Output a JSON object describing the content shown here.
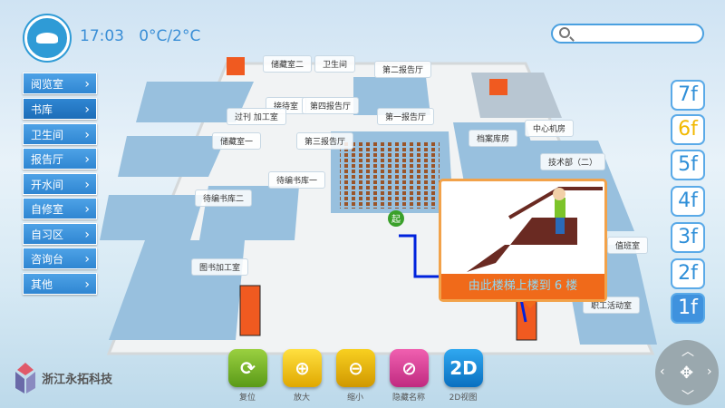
{
  "header": {
    "time": "17:03",
    "weather": "0°C/2°C",
    "search_placeholder": ""
  },
  "sidebar": {
    "items": [
      {
        "label": "阅览室"
      },
      {
        "label": "书库"
      },
      {
        "label": "卫生间"
      },
      {
        "label": "报告厅"
      },
      {
        "label": "开水间"
      },
      {
        "label": "自修室"
      },
      {
        "label": "自习区"
      },
      {
        "label": "咨询台"
      },
      {
        "label": "其他"
      }
    ]
  },
  "floors": [
    "7f",
    "6f",
    "5f",
    "4f",
    "3f",
    "2f",
    "1f"
  ],
  "current_floor": "1f",
  "target_floor": "6f",
  "map_labels": [
    "储藏室二",
    "卫生间",
    "第二报告厅",
    "接待室",
    "第四报告厅",
    "过刊 加工室",
    "第一报告厅",
    "储藏室一",
    "第三报告厅",
    "档案库房",
    "中心机房",
    "技术部（二）",
    "待编书库一",
    "待编书库二",
    "图书加工室",
    "值班室",
    "职工活动室"
  ],
  "start_marker": "起",
  "popup": {
    "caption": "由此楼梯上楼到 6 楼"
  },
  "toolbar": [
    {
      "label": "复位",
      "color": "#7cb82a"
    },
    {
      "label": "放大",
      "color": "#f0c000"
    },
    {
      "label": "缩小",
      "color": "#e8b000"
    },
    {
      "label": "隐藏名称",
      "color": "#e0449a"
    },
    {
      "label": "2D视图",
      "icon": "2D",
      "color": "#1d8ed8"
    }
  ],
  "brand": "浙江永拓科技",
  "colors": {
    "accent": "#3a8ed6",
    "popup": "#f06a1a",
    "route": "#0022dd"
  }
}
